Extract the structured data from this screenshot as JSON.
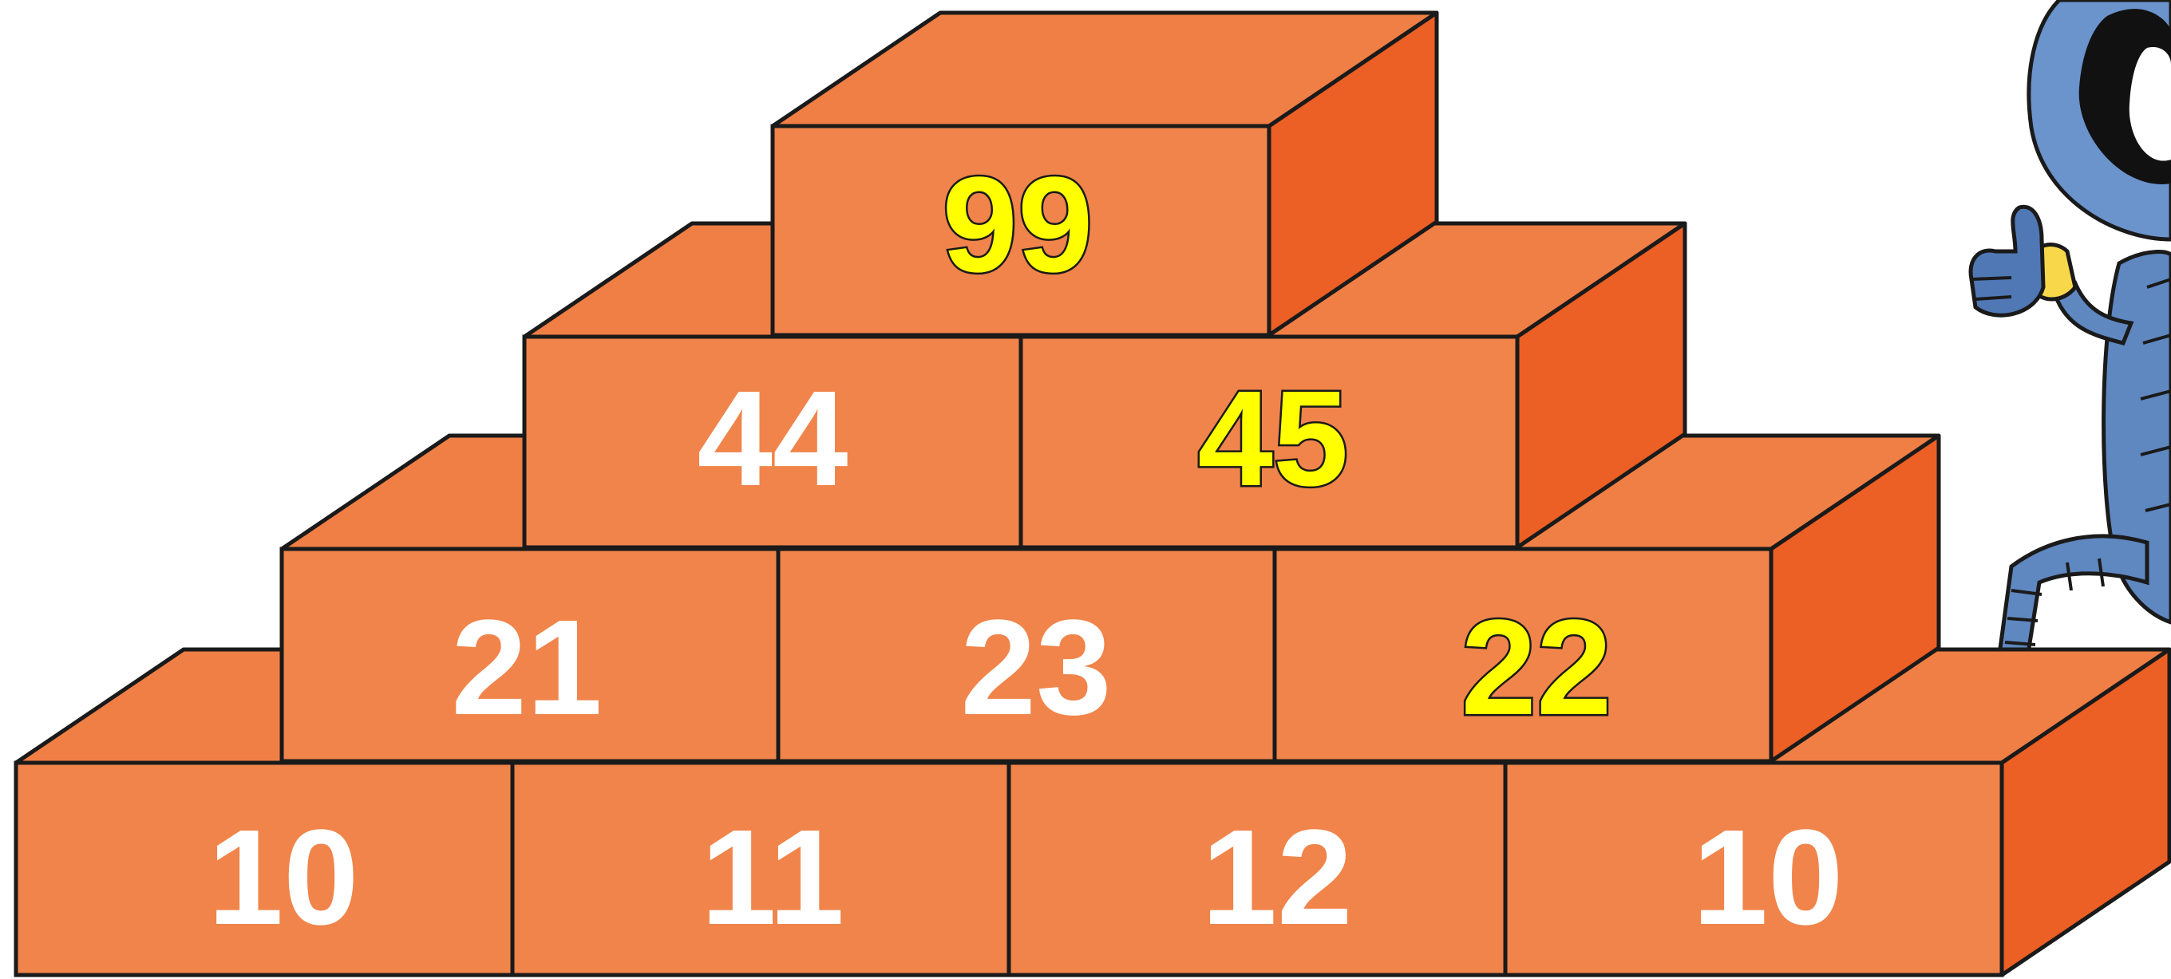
{
  "colors": {
    "brick_front": "#f0844a",
    "brick_top": "#f07f45",
    "brick_side": "#ec5f25",
    "outline": "#1a1a1a",
    "number_white": "#ffffff",
    "number_highlight": "#ffff00",
    "mascot_body": "#5f87c0",
    "mascot_foot": "#f8d84a"
  },
  "pyramid": {
    "rows": [
      {
        "name": "top",
        "bricks": [
          {
            "value": "99",
            "highlight": true
          }
        ]
      },
      {
        "name": "row-2",
        "bricks": [
          {
            "value": "44",
            "highlight": false
          },
          {
            "value": "45",
            "highlight": true
          }
        ]
      },
      {
        "name": "row-3",
        "bricks": [
          {
            "value": "21",
            "highlight": false
          },
          {
            "value": "23",
            "highlight": false
          },
          {
            "value": "22",
            "highlight": true
          }
        ]
      },
      {
        "name": "bottom",
        "bricks": [
          {
            "value": "10",
            "highlight": false
          },
          {
            "value": "11",
            "highlight": false
          },
          {
            "value": "12",
            "highlight": false
          },
          {
            "value": "10",
            "highlight": false
          }
        ]
      }
    ]
  },
  "mascot": {
    "icon": "robot-mascot-icon"
  }
}
